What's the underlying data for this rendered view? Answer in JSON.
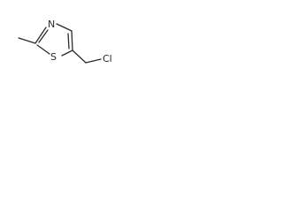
{
  "molecule": {
    "atoms": {
      "n": "N",
      "s": "S",
      "cl": "Cl"
    }
  }
}
